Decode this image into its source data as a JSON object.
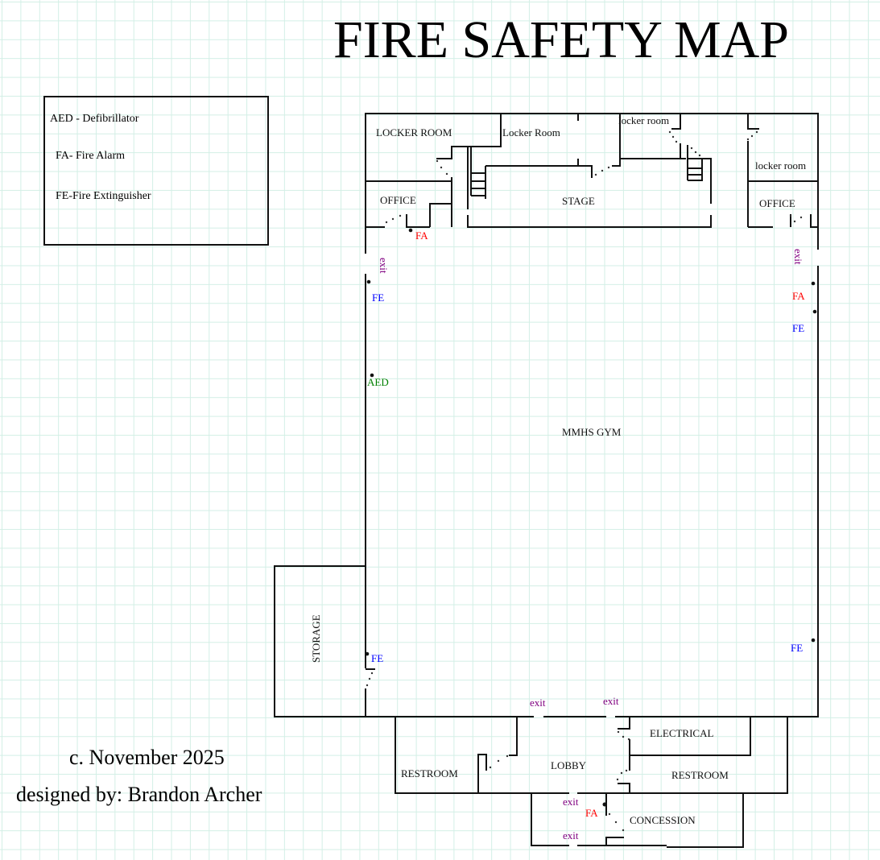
{
  "title": "FIRE SAFETY MAP",
  "legend": {
    "aed": "AED - Defibrillator",
    "fa": "FA-  Fire Alarm",
    "fe": "FE-Fire Extinguisher"
  },
  "credits": {
    "date": "c. November 2025",
    "designer": "designed by: Brandon Archer"
  },
  "rooms": {
    "locker_room_1": "LOCKER ROOM",
    "locker_room_2": "Locker Room",
    "locker_room_3": "locker room",
    "locker_room_4": "locker room",
    "office_left": "OFFICE",
    "office_right": "OFFICE",
    "stage": "STAGE",
    "gym": "MMHS GYM",
    "storage": "STORAGE",
    "restroom_left": "RESTROOM",
    "lobby": "LOBBY",
    "electrical": "ELECTRICAL",
    "restroom_right": "RESTROOM",
    "concession": "CONCESSION"
  },
  "markers": {
    "exit": "exit",
    "fa": "FA",
    "fe": "FE",
    "aed": "AED"
  },
  "colors": {
    "exit": "#800080",
    "fa": "#ff0000",
    "fe": "#0000ff",
    "aed": "#008000"
  }
}
